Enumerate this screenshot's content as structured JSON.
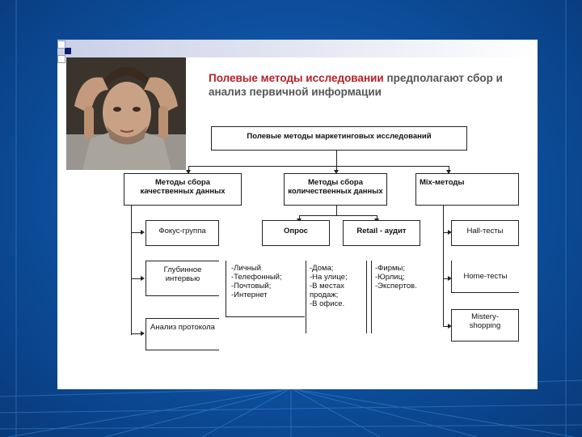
{
  "title": {
    "highlight": "Полевые методы исследовании",
    "rest": " предполагают сбор и анализ первичной информации"
  },
  "diagram": {
    "root": "Полевые методы маркетинговых исследований",
    "qualitative": "Методы сбора качественных данных",
    "quantitative": "Методы сбора количественных данных",
    "mix": "Mix-методы",
    "focus_group": "Фокус-группа",
    "deep_interview": "Глубинное интервью",
    "protocol_analysis": "Анализ протокола",
    "survey": "Опрос",
    "retail_audit": "Retail - аудит",
    "personal": "-Личный\n-Телефонный;\n-Почтовый;\n-Интернет",
    "home": "-Дома;\n-На улице;\n-В местах продаж;\n-В офисе.",
    "firms": "-Фирмы;\n-Юрлиц;\n-Экспертов.",
    "hall_tests": "Hall-тесты",
    "home_tests": "Home-тесты",
    "mystery": "Mistery-shopping"
  },
  "colors": {
    "background": "#0d4e9c",
    "title_highlight": "#b52025",
    "title_text": "#555555"
  }
}
